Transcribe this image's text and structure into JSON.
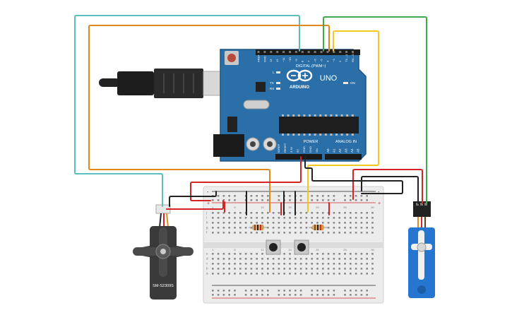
{
  "arduino": {
    "brand": "ARDUINO",
    "model": "UNO",
    "digital_header_label": "DIGITAL (PWM~)",
    "power_header_label": "POWER",
    "analog_header_label": "ANALOG IN",
    "led_l": "L",
    "led_tx": "TX",
    "led_rx": "RX",
    "led_on": "ON",
    "digital_pins": [
      "AREF",
      "GND",
      "13",
      "12",
      "~11",
      "~10",
      "~9",
      "8",
      "7",
      "~6",
      "~5",
      "4",
      "~3",
      "2",
      "TX→1",
      "RX←0"
    ],
    "power_pins": [
      "IOREF",
      "RESET",
      "3.3V",
      "5V",
      "GND",
      "GND",
      "Vin"
    ],
    "analog_pins": [
      "A0",
      "A1",
      "A2",
      "A3",
      "A4",
      "A5"
    ]
  },
  "breadboard": {
    "row_letters_top": [
      "j",
      "i",
      "h",
      "g",
      "f"
    ],
    "row_letters_bottom": [
      "e",
      "d",
      "c",
      "b",
      "a"
    ],
    "column_numbers": [
      "1",
      "5",
      "10",
      "15",
      "20",
      "25",
      "30"
    ],
    "rail_plus": "+",
    "rail_minus": "-"
  },
  "servo_left": {
    "model": "SM-S2309S"
  },
  "colors": {
    "board": "#2a6fa8",
    "wire_teal": "#5bbfbf",
    "wire_orange": "#e08a1e",
    "wire_green": "#3ea84a",
    "wire_yellow": "#f0c81e",
    "wire_red": "#d42424",
    "wire_black": "#222222",
    "servo_blue": "#2476d0",
    "servo_dark": "#3a3a3a"
  }
}
